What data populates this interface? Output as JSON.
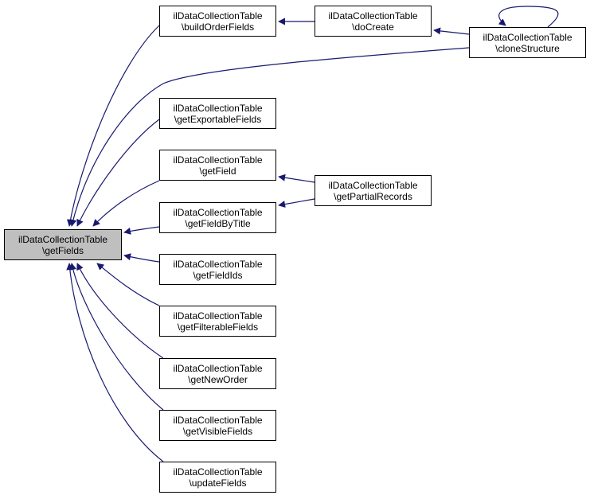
{
  "colors": {
    "edge": "#191970",
    "focus_fill": "#bfbfbf",
    "node_border": "#000000"
  },
  "nodes": {
    "getFields": {
      "line1": "ilDataCollectionTable",
      "line2": "\\getFields"
    },
    "buildOrderFields": {
      "line1": "ilDataCollectionTable",
      "line2": "\\buildOrderFields"
    },
    "doCreate": {
      "line1": "ilDataCollectionTable",
      "line2": "\\doCreate"
    },
    "cloneStructure": {
      "line1": "ilDataCollectionTable",
      "line2": "\\cloneStructure"
    },
    "getExportableFields": {
      "line1": "ilDataCollectionTable",
      "line2": "\\getExportableFields"
    },
    "getField": {
      "line1": "ilDataCollectionTable",
      "line2": "\\getField"
    },
    "getPartialRecords": {
      "line1": "ilDataCollectionTable",
      "line2": "\\getPartialRecords"
    },
    "getFieldByTitle": {
      "line1": "ilDataCollectionTable",
      "line2": "\\getFieldByTitle"
    },
    "getFieldIds": {
      "line1": "ilDataCollectionTable",
      "line2": "\\getFieldIds"
    },
    "getFilterableFields": {
      "line1": "ilDataCollectionTable",
      "line2": "\\getFilterableFields"
    },
    "getNewOrder": {
      "line1": "ilDataCollectionTable",
      "line2": "\\getNewOrder"
    },
    "getVisibleFields": {
      "line1": "ilDataCollectionTable",
      "line2": "\\getVisibleFields"
    },
    "updateFields": {
      "line1": "ilDataCollectionTable",
      "line2": "\\updateFields"
    }
  },
  "edges": [
    {
      "from": "buildOrderFields",
      "to": "getFields"
    },
    {
      "from": "cloneStructure",
      "to": "getFields"
    },
    {
      "from": "getExportableFields",
      "to": "getFields"
    },
    {
      "from": "getField",
      "to": "getFields"
    },
    {
      "from": "getFieldByTitle",
      "to": "getFields"
    },
    {
      "from": "getFieldIds",
      "to": "getFields"
    },
    {
      "from": "getFilterableFields",
      "to": "getFields"
    },
    {
      "from": "getNewOrder",
      "to": "getFields"
    },
    {
      "from": "getVisibleFields",
      "to": "getFields"
    },
    {
      "from": "updateFields",
      "to": "getFields"
    },
    {
      "from": "doCreate",
      "to": "buildOrderFields"
    },
    {
      "from": "cloneStructure",
      "to": "doCreate"
    },
    {
      "from": "cloneStructure",
      "to": "cloneStructure"
    },
    {
      "from": "getPartialRecords",
      "to": "getField"
    },
    {
      "from": "getPartialRecords",
      "to": "getFieldByTitle"
    }
  ]
}
